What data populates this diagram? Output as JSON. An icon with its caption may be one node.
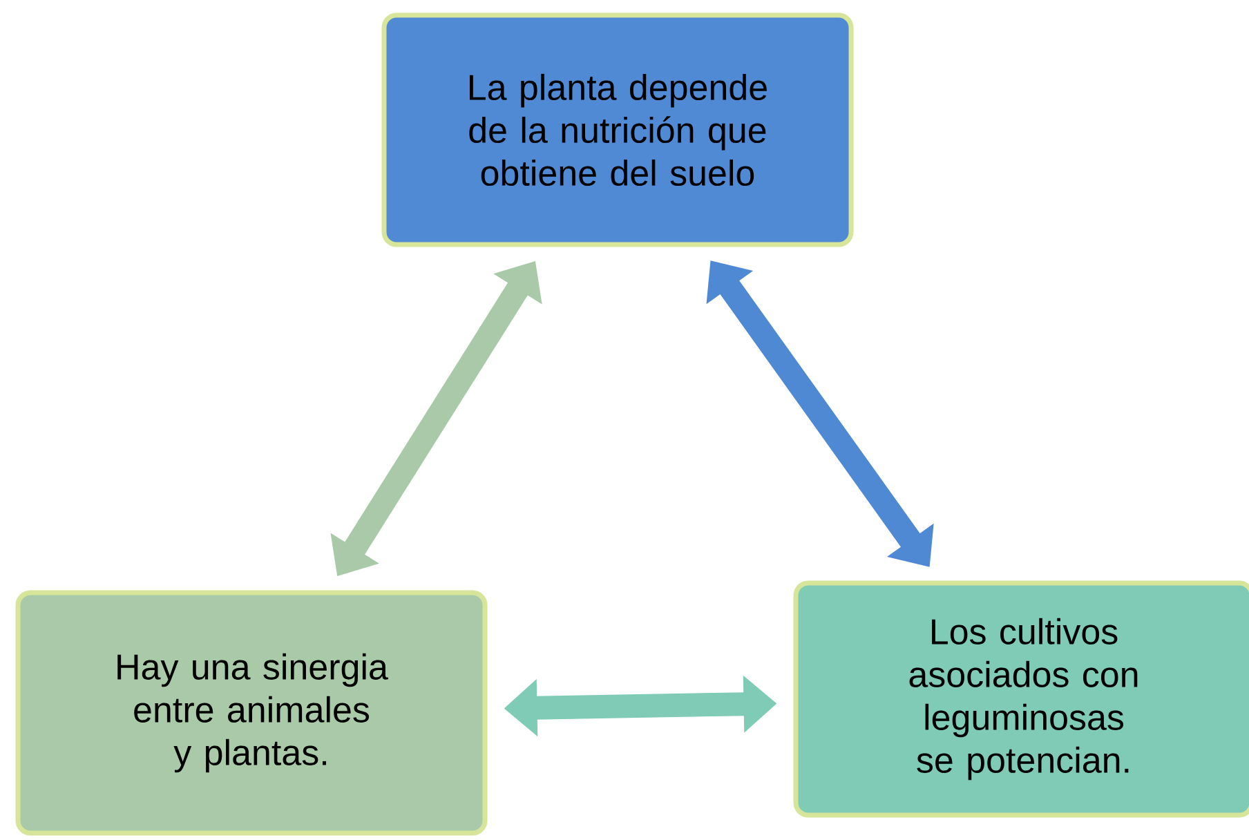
{
  "diagram": {
    "nodes": [
      {
        "text": [
          "La planta depende de la nutrición que obtiene del suelo"
        ]
      },
      {
        "text": [
          "Los cultivos asociados con leguminosas se potencian."
        ]
      },
      {
        "text": [
          "Hay una sinergia entre animales y plantas."
        ]
      }
    ],
    "edges": [
      {
        "from": 0,
        "to": 1,
        "arrow": "both",
        "color": "#4f88d3"
      },
      {
        "from": 2,
        "to": 0,
        "arrow": "both",
        "color": "#a9c9a9"
      },
      {
        "from": 2,
        "to": 1,
        "arrow": "both",
        "color": "#7fcbb5"
      }
    ]
  }
}
